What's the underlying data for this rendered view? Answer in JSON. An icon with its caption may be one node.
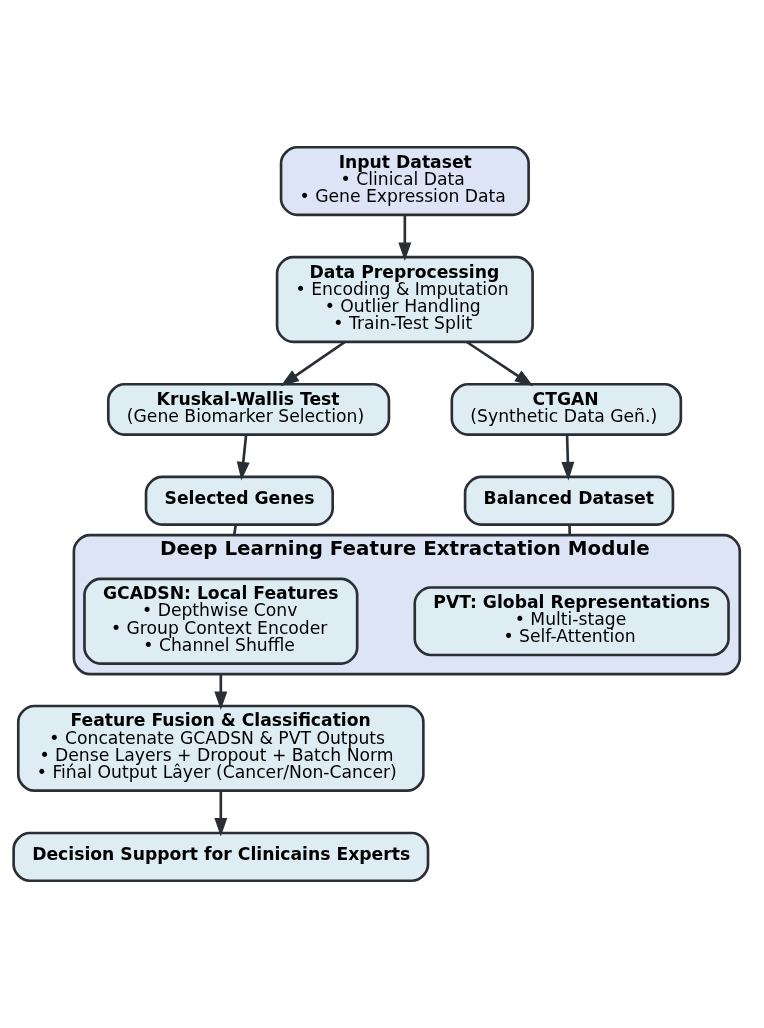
{
  "diagram": {
    "nodes": [
      {
        "text": [
          "Input Dataset",
          "• Clinical Data",
          "• Gene Expression Data"
        ]
      },
      {
        "text": [
          "Data Preprocessing",
          "• Encoding & Imputation",
          "• Outlier Handling",
          "• Train-Test Split"
        ]
      },
      {
        "text": [
          "Kruskal-Wallis Test",
          "(Gene Biomarker Selection)"
        ]
      },
      {
        "text": [
          "CTGAN",
          "(Synthetic Data Geñ.)"
        ]
      },
      {
        "text": [
          "Selected Genes"
        ]
      },
      {
        "text": [
          "Balanced Dataset"
        ]
      },
      {
        "text": [
          "Deep Learning Feature Extractation Module"
        ]
      },
      {
        "text": [
          "GCADSN: Local Features",
          "• Depthwise Conv",
          "• Group Context Encoder",
          "• Channel Shuffle"
        ],
        "in": 6
      },
      {
        "text": [
          "PVT: Global Representations",
          "• Multi-stage",
          "• Self-Attention"
        ],
        "in": 6
      },
      {
        "text": [
          "Feature Fusion & Classification",
          "• Concatenate GCADSN & PVT Outputs",
          "• Dense Layers + Dropout + Batch Norm",
          "• Fińal Output Lâyer (Cancer/Non-Cancer)"
        ]
      },
      {
        "text": [
          "Decision Support for Clinicains Experts"
        ]
      }
    ],
    "edges": [
      {
        "from": 0,
        "to": 1,
        "arrow": "to"
      },
      {
        "from": 1,
        "to": 2,
        "arrow": "to"
      },
      {
        "from": 1,
        "to": 3,
        "arrow": "to"
      },
      {
        "from": 2,
        "to": 4,
        "arrow": "to"
      },
      {
        "from": 3,
        "to": 5,
        "arrow": "to"
      },
      {
        "from": 4,
        "to": 6,
        "arrow": "none"
      },
      {
        "from": 5,
        "to": 6,
        "arrow": "none"
      },
      {
        "from": 6,
        "to": 9,
        "arrow": "to"
      },
      {
        "from": 9,
        "to": 10,
        "arrow": "to"
      }
    ]
  }
}
